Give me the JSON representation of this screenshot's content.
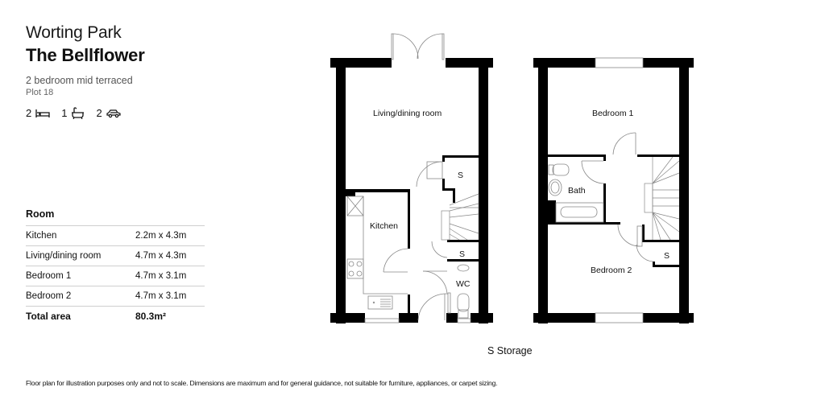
{
  "header": {
    "development": "Worting Park",
    "house_type": "The Bellflower",
    "description": "2 bedroom mid terraced",
    "plot": "Plot 18"
  },
  "features": [
    {
      "count": "2",
      "icon": "bed-icon"
    },
    {
      "count": "1",
      "icon": "bath-icon"
    },
    {
      "count": "2",
      "icon": "car-icon"
    }
  ],
  "room_table": {
    "header": "Room",
    "rows": [
      {
        "room": "Kitchen",
        "size": "2.2m x 4.3m"
      },
      {
        "room": "Living/dining room",
        "size": "4.7m x 4.3m"
      },
      {
        "room": "Bedroom 1",
        "size": "4.7m x 3.1m"
      },
      {
        "room": "Bedroom 2",
        "size": "4.7m x 3.1m"
      }
    ],
    "total": {
      "label": "Total area",
      "value": "80.3m²"
    }
  },
  "floor_plan": {
    "ground": {
      "living": "Living/dining room",
      "kitchen": "Kitchen",
      "storage_upper": "S",
      "storage_lower": "S",
      "wc": "WC"
    },
    "first": {
      "bedroom1": "Bedroom 1",
      "bath": "Bath",
      "bedroom2": "Bedroom 2",
      "storage": "S"
    }
  },
  "legend": "S  Storage",
  "disclaimer": "Floor plan for illustration purposes only and not to scale. Dimensions are maximum and for general guidance, not suitable for furniture, appliances, or carpet sizing.",
  "colors": {
    "wall": "#000000",
    "line": "#888888",
    "divider": "#cfcfcf"
  }
}
